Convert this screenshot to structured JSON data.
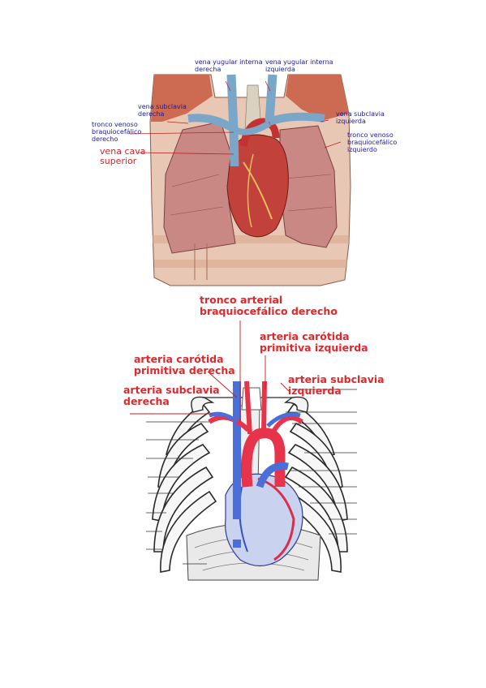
{
  "colors": {
    "blue_label": "#1a1aa0",
    "red_label": "#e0282c",
    "artery": "#e8344a",
    "vein": "#4a6fd8"
  },
  "top_figure": {
    "labels": {
      "vyi_derecha": [
        "vena yugular interna",
        "derecha"
      ],
      "vyi_izquierda": [
        "vena yugular interna",
        "izquierda"
      ],
      "vs_derecha": [
        "vena subclavia",
        "derecha"
      ],
      "vs_izquierda": [
        "vena subclavia",
        "izquierda"
      ],
      "tvb_derecho": [
        "tronco venoso",
        "braquiocefálico",
        "derecho"
      ],
      "tvb_izquierdo": [
        "tronco venoso",
        "braquiocefálico",
        "izquierdo"
      ],
      "vena_cava": [
        "vena cava",
        "superior"
      ]
    }
  },
  "bottom_figure": {
    "labels": {
      "tab_derecho": [
        "tronco arterial",
        "braquiocefálico derecho"
      ],
      "acp_izquierda": [
        "arteria carótida",
        "primitiva izquierda"
      ],
      "acp_derecha": [
        "arteria carótida",
        "primitiva derecha"
      ],
      "as_izquierda": [
        "arteria subclavia",
        "izquierda"
      ],
      "as_derecha": [
        "arteria subclavia",
        "derecha"
      ]
    }
  }
}
